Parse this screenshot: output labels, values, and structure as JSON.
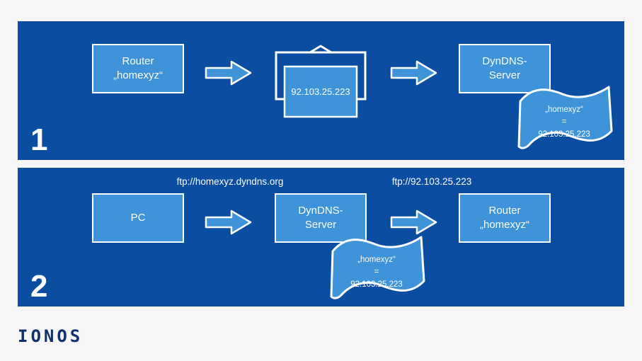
{
  "step1": {
    "number": "1",
    "router_line1": "Router",
    "router_line2": "„homexyz“",
    "message_ip": "92.103.25.223",
    "server_line1": "DynDNS-",
    "server_line2": "Server",
    "flag_line1": "„homexyz“",
    "flag_line2": "=",
    "flag_line3": "92.103.25.223"
  },
  "step2": {
    "number": "2",
    "label_left": "ftp://homexyz.dyndns.org",
    "label_right": "ftp://92.103.25.223",
    "pc_label": "PC",
    "server_line1": "DynDNS-",
    "server_line2": "Server",
    "router_line1": "Router",
    "router_line2": "„homexyz“",
    "flag_line1": "„homexyz“",
    "flag_line2": "=",
    "flag_line3": "92.103.25.223"
  },
  "footer": {
    "logo": "IONOS"
  },
  "colors": {
    "panel": "#0b4da0",
    "box": "#3e93d9",
    "bg": "#f6f6f6",
    "logo": "#12306b"
  }
}
